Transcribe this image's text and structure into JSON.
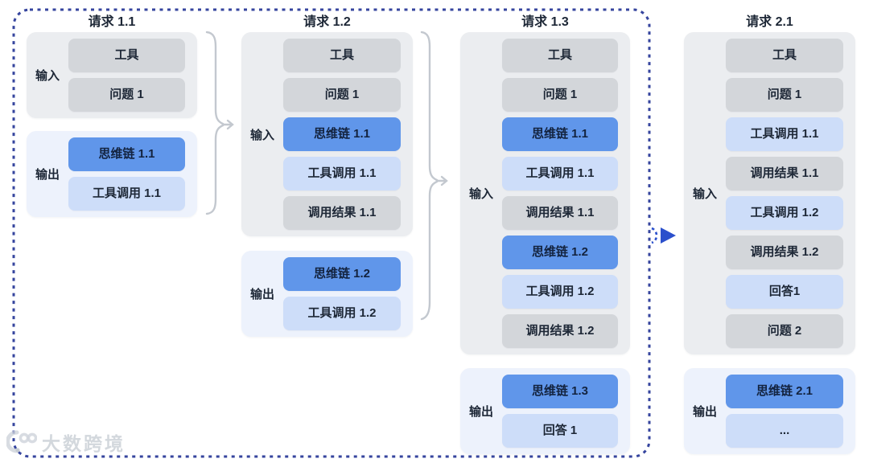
{
  "palette": {
    "dashed_border": "#36459e",
    "input_container": "#ebedf0",
    "output_container": "#edf2fc",
    "gray_box": "#d3d6da",
    "blue_box": "#6096ea",
    "light_blue_box": "#cdddf9",
    "text_dark": "#1d2736",
    "blue_box_text": "#13233f",
    "bracket_gray": "#c3c8cf",
    "arrow_blue": "#2b50cc",
    "watermark_gray": "#cfd4da"
  },
  "icons": {
    "merge_bracket": "brace-arrow-right",
    "next_request_arrow": "dashed-arrow-right",
    "watermark_logo": "watermark-logo"
  },
  "columns": [
    {
      "title": "请求 1.1",
      "input": {
        "label": "输入",
        "items": [
          {
            "label": "工具",
            "type": "gray"
          },
          {
            "label": "问题 1",
            "type": "gray"
          }
        ]
      },
      "output": {
        "label": "输出",
        "items": [
          {
            "label": "思维链 1.1",
            "type": "blue"
          },
          {
            "label": "工具调用 1.1",
            "type": "lightblue"
          }
        ]
      }
    },
    {
      "title": "请求 1.2",
      "input": {
        "label": "输入",
        "items": [
          {
            "label": "工具",
            "type": "gray"
          },
          {
            "label": "问题 1",
            "type": "gray"
          },
          {
            "label": "思维链 1.1",
            "type": "blue"
          },
          {
            "label": "工具调用 1.1",
            "type": "lightblue"
          },
          {
            "label": "调用结果 1.1",
            "type": "gray"
          }
        ]
      },
      "output": {
        "label": "输出",
        "items": [
          {
            "label": "思维链 1.2",
            "type": "blue"
          },
          {
            "label": "工具调用 1.2",
            "type": "lightblue"
          }
        ]
      }
    },
    {
      "title": "请求 1.3",
      "input": {
        "label": "输入",
        "items": [
          {
            "label": "工具",
            "type": "gray"
          },
          {
            "label": "问题 1",
            "type": "gray"
          },
          {
            "label": "思维链 1.1",
            "type": "blue"
          },
          {
            "label": "工具调用 1.1",
            "type": "lightblue"
          },
          {
            "label": "调用结果 1.1",
            "type": "gray"
          },
          {
            "label": "思维链 1.2",
            "type": "blue"
          },
          {
            "label": "工具调用 1.2",
            "type": "lightblue"
          },
          {
            "label": "调用结果 1.2",
            "type": "gray"
          }
        ]
      },
      "output": {
        "label": "输出",
        "items": [
          {
            "label": "思维链 1.3",
            "type": "blue"
          },
          {
            "label": "回答 1",
            "type": "lightblue"
          }
        ]
      }
    },
    {
      "title": "请求 2.1",
      "input": {
        "label": "输入",
        "items": [
          {
            "label": "工具",
            "type": "gray"
          },
          {
            "label": "问题 1",
            "type": "gray"
          },
          {
            "label": "工具调用 1.1",
            "type": "lightblue"
          },
          {
            "label": "调用结果 1.1",
            "type": "gray"
          },
          {
            "label": "工具调用 1.2",
            "type": "lightblue"
          },
          {
            "label": "调用结果 1.2",
            "type": "gray"
          },
          {
            "label": "回答1",
            "type": "lightblue"
          },
          {
            "label": "问题 2",
            "type": "gray"
          }
        ]
      },
      "output": {
        "label": "输出",
        "items": [
          {
            "label": "思维链 2.1",
            "type": "blue"
          },
          {
            "label": "...",
            "type": "lightblue"
          }
        ]
      }
    }
  ],
  "watermark": {
    "text": "大数跨境"
  }
}
